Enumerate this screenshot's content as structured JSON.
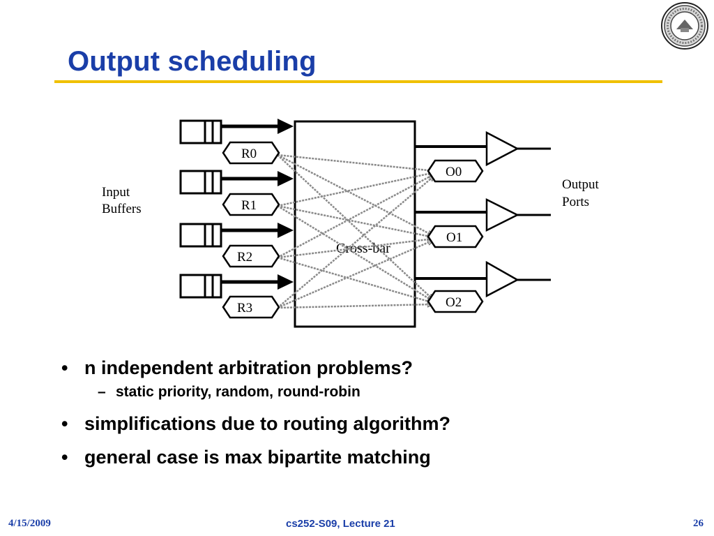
{
  "slide": {
    "title": "Output scheduling",
    "accent_color": "#f0c000",
    "title_color": "#1a3ea8"
  },
  "logo": {
    "icon": "university-seal-icon"
  },
  "diagram": {
    "input_label_line1": "Input",
    "input_label_line2": "Buffers",
    "output_label_line1": "Output",
    "output_label_line2": "Ports",
    "crossbar_label": "Cross-bar",
    "requesters": [
      "R0",
      "R1",
      "R2",
      "R3"
    ],
    "outputs": [
      "O0",
      "O1",
      "O2"
    ]
  },
  "bullets": [
    {
      "text": "n independent arbitration problems?",
      "marker": "•"
    },
    {
      "text": "simplifications due to routing algorithm?",
      "marker": "•"
    },
    {
      "text": "general case is max bipartite matching",
      "marker": "•"
    }
  ],
  "subbullets": [
    {
      "text": "static priority, random, round-robin",
      "marker": "–"
    }
  ],
  "footer": {
    "date": "4/15/2009",
    "course": "cs252-S09, Lecture 21",
    "page": "26"
  }
}
